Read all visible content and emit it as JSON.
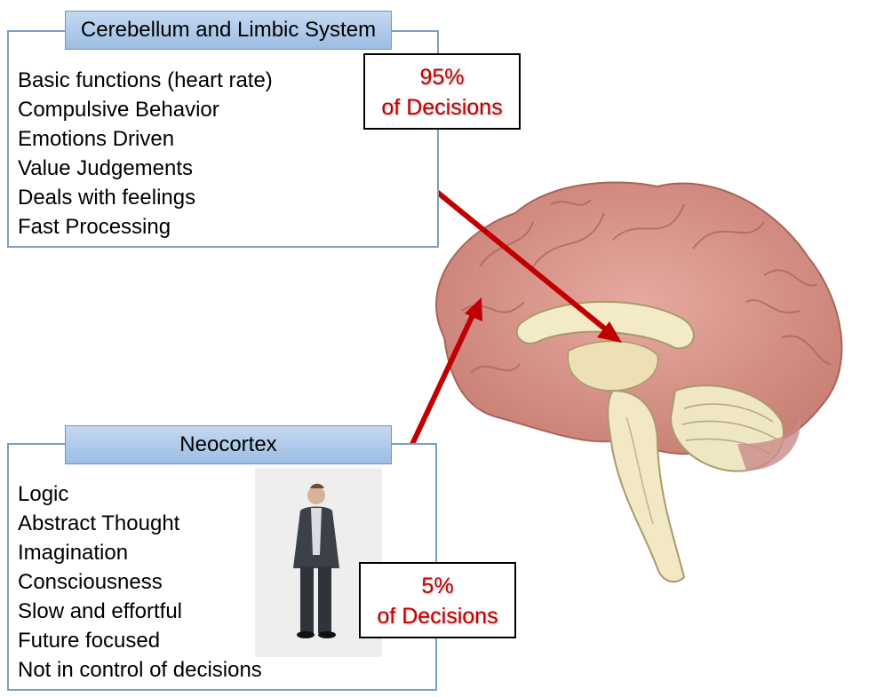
{
  "top_panel": {
    "title": "Cerebellum and Limbic System",
    "items": [
      "Basic functions (heart rate)",
      "Compulsive Behavior",
      "Emotions Driven",
      "Value Judgements",
      "Deals with feelings",
      "Fast Processing"
    ],
    "callout_percent": "95%",
    "callout_text": "of Decisions"
  },
  "bottom_panel": {
    "title": "Neocortex",
    "items": [
      "Logic",
      "Abstract Thought",
      "Imagination",
      "Consciousness",
      "Slow and effortful",
      "Future focused",
      "Not in control of decisions"
    ],
    "callout_percent": "5%",
    "callout_text": "of Decisions"
  },
  "colors": {
    "arrow": "#c00000",
    "callout_text": "#c00000",
    "panel_border": "#7a9fc4",
    "title_fill": "#9cbde3",
    "brain_cortex": "#d9958a",
    "brain_inner": "#eee3bc"
  },
  "icons": {
    "elephant": "elephant-image",
    "person": "businessman-image",
    "brain": "brain-sagittal-image"
  }
}
